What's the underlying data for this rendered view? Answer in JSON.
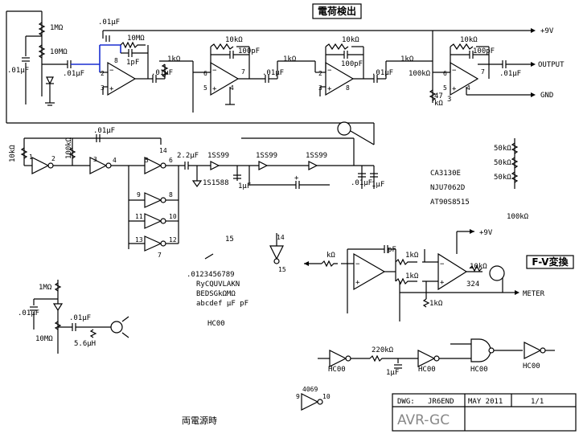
{
  "section_titles": {
    "charge_detect": "電荷検出",
    "fv_convert": "F-V変換"
  },
  "labels": {
    "plus9v": "+9V",
    "output": "OUTPUT",
    "gnd": "GND",
    "meter": "METER",
    "pin3": "3",
    "pin14": "14",
    "pin15": "15",
    "pin324": "324",
    "dual_supply": "両電源時"
  },
  "components": {
    "r_1meg": "1MΩ",
    "r_10meg": "10MΩ",
    "r_10k": "10kΩ",
    "r_100k": "100kΩ",
    "r_1k": "1kΩ",
    "r_47": "47",
    "r_kohm": "kΩ",
    "r_kohm_short": "kΩ",
    "r_50k": "50kΩ",
    "r_220k": "220kΩ",
    "c_01uf": ".01μF",
    "c_1pf": "1pF",
    "c_100pf": "100pF",
    "c_pf": "pF",
    "c_1uf": "1μF",
    "c_2_2uf": "2.2μF",
    "l_5_6uh": "5.6μH",
    "d_1ss99": "1SS99",
    "d_1s1588": "1S1588",
    "ic_ca3130e": "CA3130E",
    "ic_nju7062d": "NJU7062D",
    "ic_at90s8515": "AT90S8515",
    "ic_hc00": "HC00",
    "ic_4069": "4069"
  },
  "charset": {
    "line1": ".0123456789",
    "line2": "RyCQUVLAKN",
    "line3": "BEDSGkΩMΩ",
    "line4": "abcdef μF pF"
  },
  "title_block": {
    "dwg_label": "DWG:",
    "author": "JR6END",
    "date": "MAY 2011",
    "sheet": "1/1",
    "title": "AVR-GC"
  }
}
